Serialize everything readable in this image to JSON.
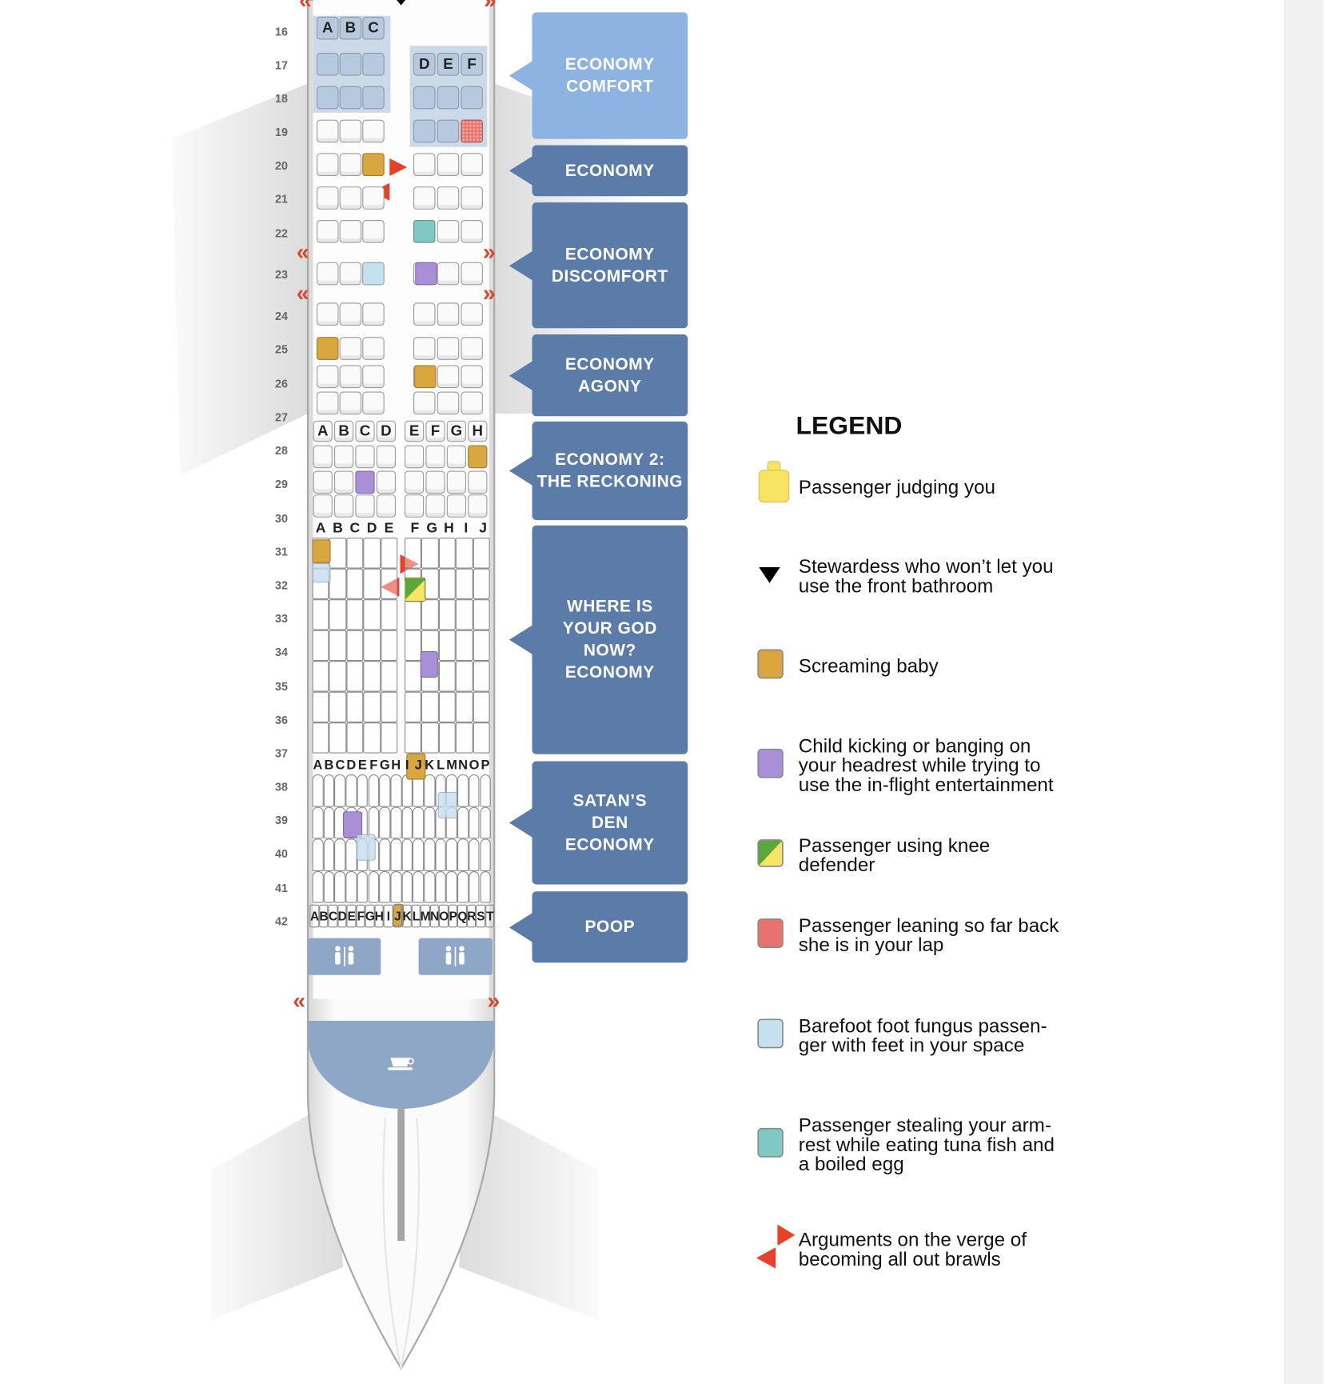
{
  "row_labels": [
    "16",
    "17",
    "18",
    "19",
    "20",
    "21",
    "22",
    "23",
    "24",
    "25",
    "26",
    "27",
    "28",
    "29",
    "30",
    "31",
    "32",
    "33",
    "34",
    "35",
    "36",
    "37",
    "38",
    "39",
    "40",
    "41",
    "42"
  ],
  "sections": [
    {
      "name": "economy-comfort",
      "label": "ECONOMY\nCOMFORT",
      "color": "#8db3e2"
    },
    {
      "name": "economy",
      "label": "ECONOMY",
      "color": "#5b7ca8"
    },
    {
      "name": "economy-discomfort",
      "label": "ECONOMY\nDISCOMFORT",
      "color": "#5b7ca8"
    },
    {
      "name": "economy-agony",
      "label": "ECONOMY\nAGONY",
      "color": "#5b7ca8"
    },
    {
      "name": "economy-2-reckoning",
      "label": "ECONOMY 2:\nTHE RECKONING",
      "color": "#5b7ca8"
    },
    {
      "name": "where-is-your-god",
      "label": "WHERE IS\nYOUR GOD\nNOW?\nECONOMY",
      "color": "#5b7ca8"
    },
    {
      "name": "satans-den",
      "label": "SATAN’S\nDEN\nECONOMY",
      "color": "#5b7ca8"
    },
    {
      "name": "poop",
      "label": "POOP",
      "color": "#5b7ca8"
    }
  ],
  "seat_letters": {
    "a_left": [
      "A",
      "B",
      "C"
    ],
    "a_right": [
      "D",
      "E",
      "F"
    ],
    "b_left": [
      "A",
      "B",
      "C",
      "D"
    ],
    "b_right": [
      "E",
      "F",
      "G",
      "H"
    ],
    "c_left": [
      "A",
      "B",
      "C",
      "D",
      "E"
    ],
    "c_right": [
      "F",
      "G",
      "H",
      "I",
      "J"
    ],
    "d": [
      "A",
      "B",
      "C",
      "D",
      "E",
      "F",
      "G",
      "H",
      "I",
      "J",
      "K",
      "L",
      "M",
      "N",
      "O",
      "P"
    ],
    "e": [
      "A",
      "B",
      "C",
      "D",
      "E",
      "F",
      "G",
      "H",
      "I",
      "J",
      "K",
      "L",
      "M",
      "N",
      "O",
      "P",
      "Q",
      "R",
      "S",
      "T"
    ]
  },
  "legend": {
    "title": "LEGEND",
    "items": [
      {
        "icon": "judging",
        "text": "Passenger judging you",
        "color": "#f7e463"
      },
      {
        "icon": "stewardess",
        "text": "Stewardess who won’t let you\nuse the front bathroom",
        "color": "#000000"
      },
      {
        "icon": "baby",
        "text": "Screaming baby",
        "color": "#d9a640"
      },
      {
        "icon": "kicking",
        "text": "Child kicking or banging on\nyour headrest while trying to\nuse the in-flight entertainment",
        "color": "#a98fd8"
      },
      {
        "icon": "knee",
        "text": "Passenger using knee\ndefender",
        "color": "#5aa83c"
      },
      {
        "icon": "lap",
        "text": "Passenger leaning so far back\nshe is in your lap",
        "color": "#e8736c"
      },
      {
        "icon": "fungus",
        "text": "Barefoot foot fungus passen-\nger with feet in your space",
        "color": "#c5e0ee"
      },
      {
        "icon": "tuna",
        "text": "Passenger stealing your arm-\nrest while eating tuna fish and\na boiled egg",
        "color": "#7fc8c4"
      },
      {
        "icon": "argument",
        "text": "Arguments on the verge of\nbecoming all out brawls",
        "color": "#e8412a"
      }
    ]
  },
  "colors": {
    "baby": "#d9a640",
    "kicking": "#a98fd8",
    "fungus": "#c5e0ee",
    "tuna": "#7fc8c4",
    "lap": "#e8736c",
    "knee": "#5aa83c",
    "judging": "#f7e463",
    "argument": "#e8412a",
    "galley": "#8fa7c6",
    "comfort_area": "#b7c9df"
  }
}
